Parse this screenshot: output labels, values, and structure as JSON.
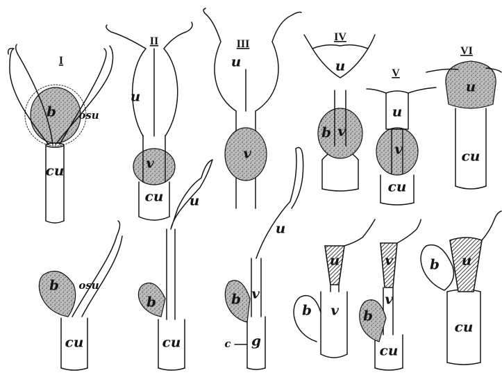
{
  "figure": {
    "numerals": [
      "I",
      "II",
      "III",
      "IV",
      "V",
      "VI"
    ],
    "labels": {
      "cu": "cu",
      "b": "b",
      "u": "u",
      "v": "v",
      "g": "g",
      "c": "c",
      "osu": "osu"
    }
  }
}
